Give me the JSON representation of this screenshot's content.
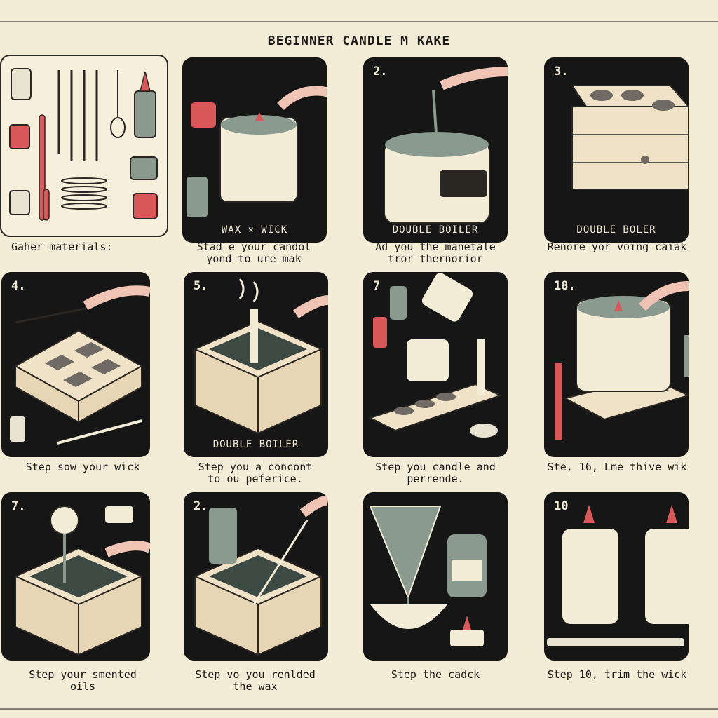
{
  "title": "BEGINNER CANDLE M KAKE",
  "panels": [
    {
      "id": "p1",
      "number": "",
      "label": "",
      "caption_lines": [
        "Gaher materials:"
      ]
    },
    {
      "id": "p2",
      "number": "",
      "label": "WAX × WICK",
      "caption_lines": [
        "Stad e your candol",
        "yond to ure mak"
      ]
    },
    {
      "id": "p3",
      "number": "2.",
      "label": "DOUBLE BOILER",
      "caption_lines": [
        "Ad you the manetale",
        "tror thernorior"
      ]
    },
    {
      "id": "p4",
      "number": "3.",
      "label": "DOUBLE BOLER",
      "caption_lines": [
        "Renore yor voing caiak"
      ]
    },
    {
      "id": "p5",
      "number": "4.",
      "label": "",
      "caption_lines": [
        "Step  sow your wick"
      ]
    },
    {
      "id": "p6",
      "number": "5.",
      "label": "DOUBLE BOILER",
      "caption_lines": [
        "Step you a concont",
        "to ou peferice."
      ]
    },
    {
      "id": "p7",
      "number": "7",
      "label": "",
      "caption_lines": [
        "Step  you candle and",
        "perrende."
      ]
    },
    {
      "id": "p8",
      "number": "18.",
      "label": "",
      "caption_lines": [
        "Ste, 16, Lme thive wik"
      ]
    },
    {
      "id": "p9",
      "number": "7.",
      "label": "",
      "caption_lines": [
        "Step  your smented",
        "oils"
      ]
    },
    {
      "id": "p10",
      "number": "2.",
      "label": "",
      "caption_lines": [
        "Step vo you renlded",
        "the wax"
      ]
    },
    {
      "id": "p11",
      "number": "",
      "label": "",
      "caption_lines": [
        "Step the cadck"
      ]
    },
    {
      "id": "p12",
      "number": "10",
      "label": "",
      "caption_lines": [
        "Step 10, trim the wick"
      ]
    }
  ],
  "colors": {
    "background": "#f3ecd6",
    "panel": "#171616",
    "ink": "#1c1a18",
    "accent": "#d9585a",
    "wax": "#f3ecd6",
    "water": "#8a9a8f"
  }
}
